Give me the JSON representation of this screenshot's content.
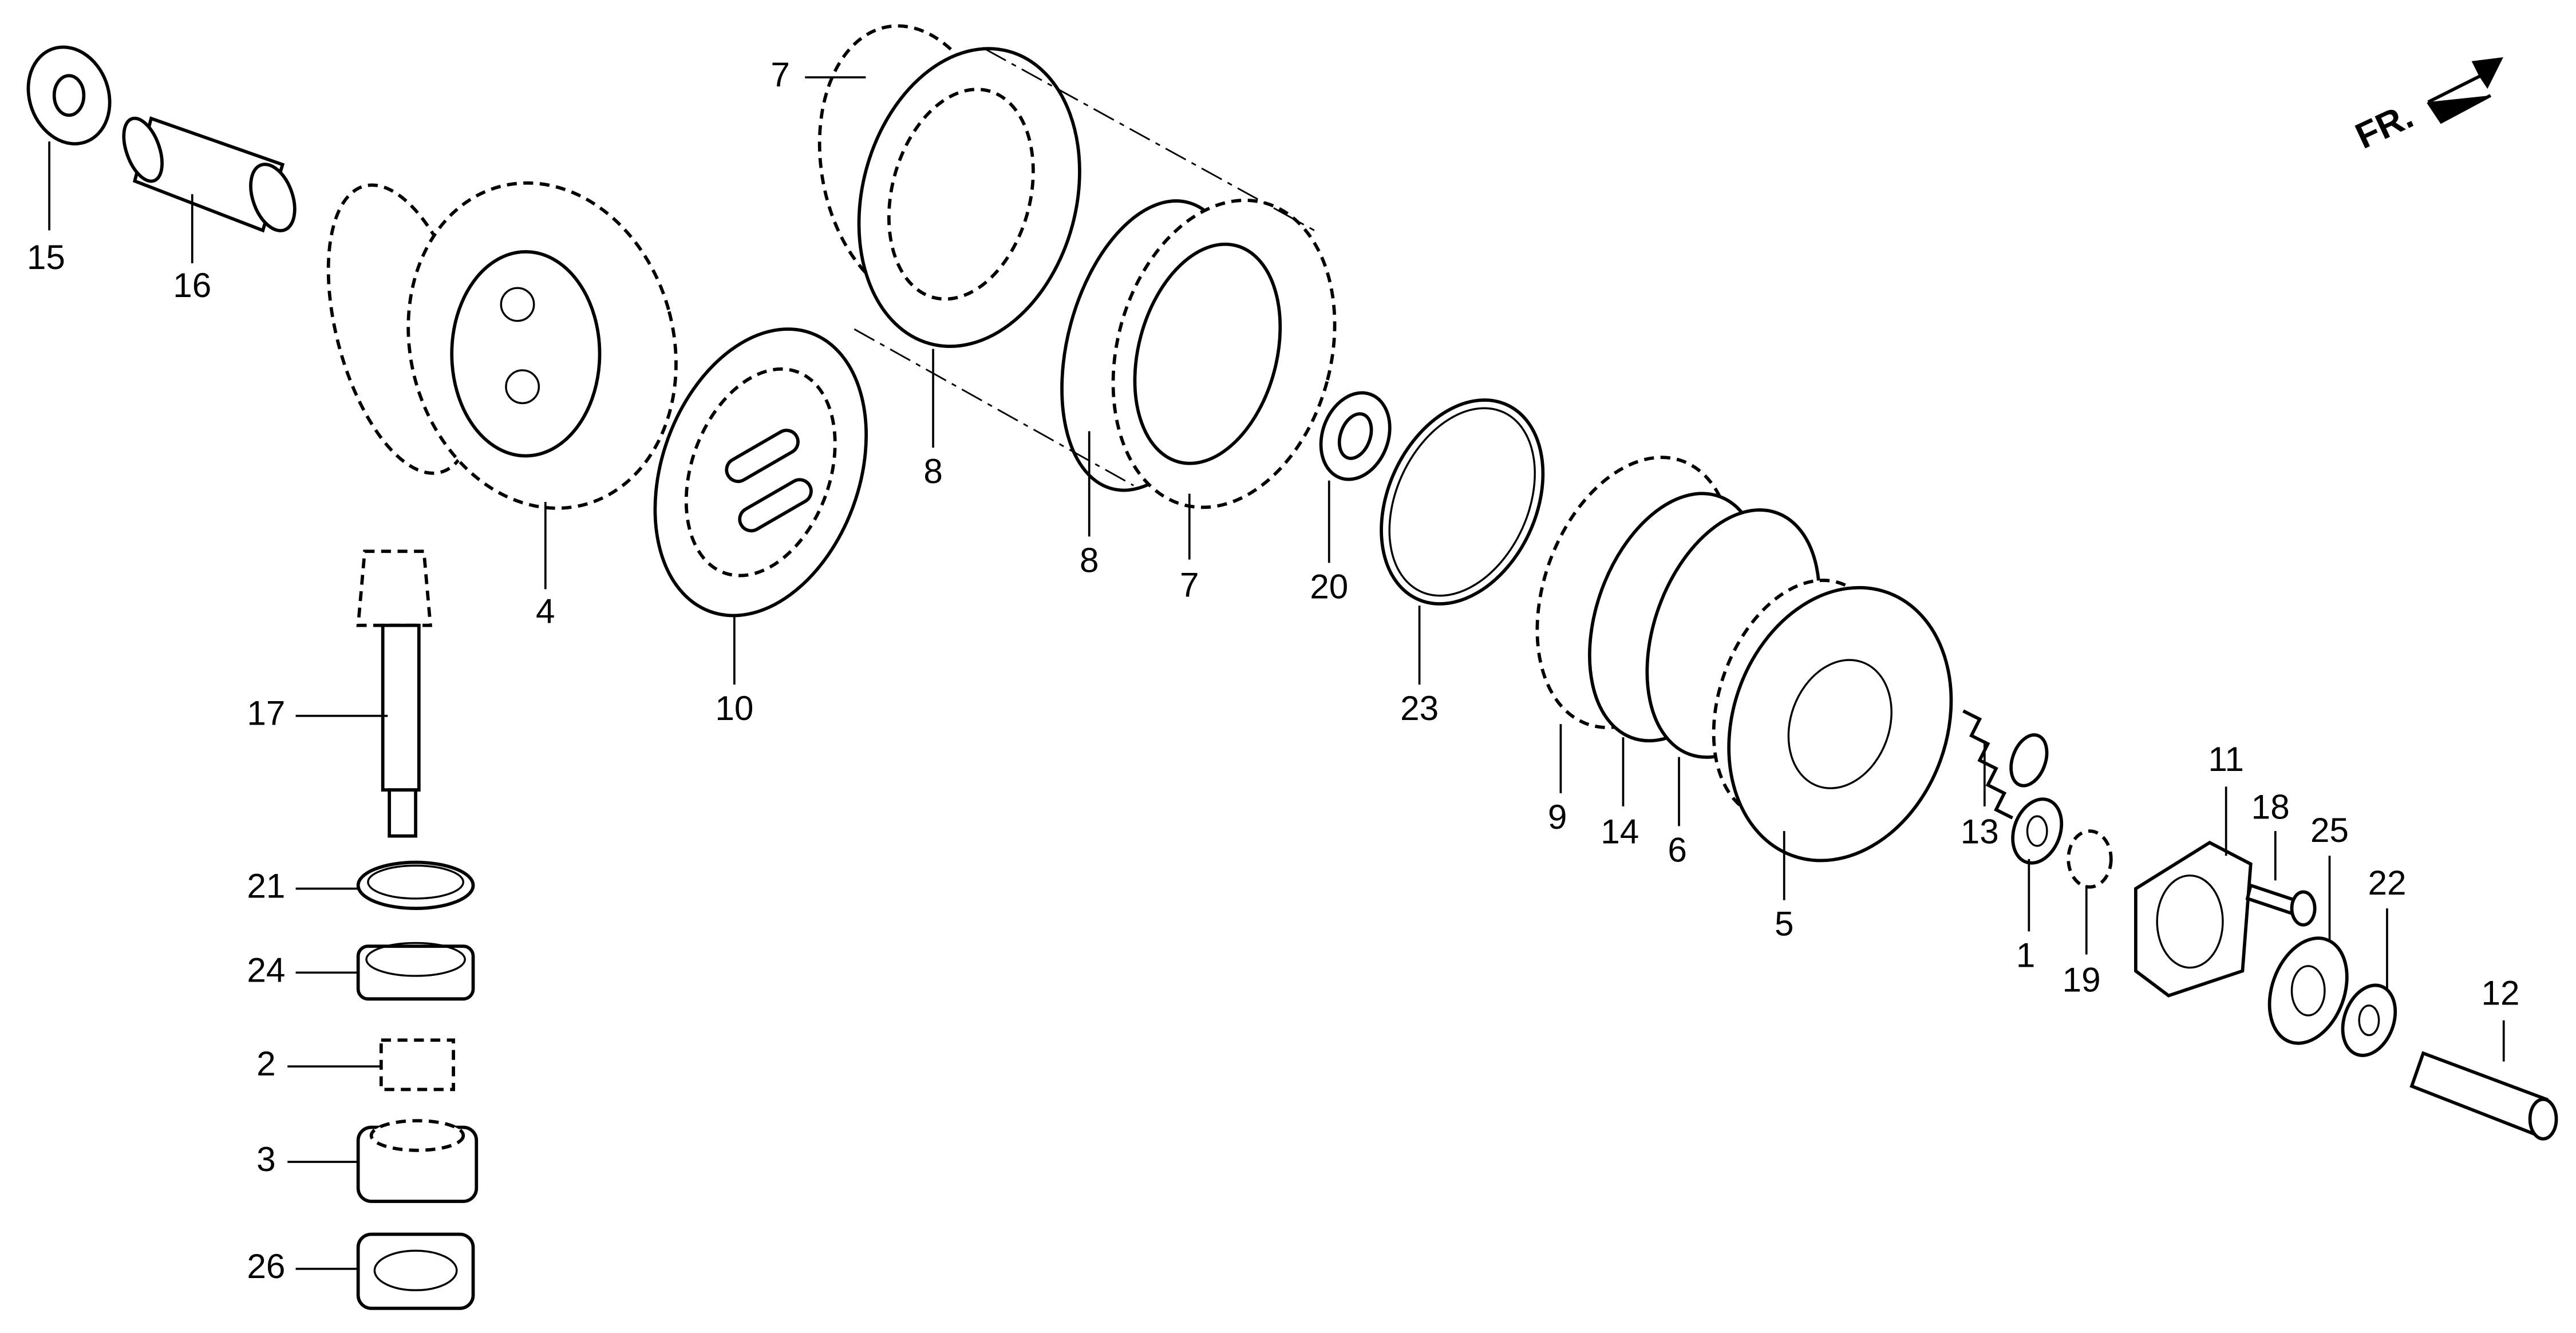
{
  "diagram": {
    "type": "exploded-parts-diagram",
    "direction_marker": "FR.",
    "callouts": [
      "15",
      "16",
      "4",
      "7",
      "8",
      "8",
      "7",
      "20",
      "23",
      "10",
      "17",
      "21",
      "24",
      "2",
      "3",
      "26",
      "9",
      "14",
      "6",
      "5",
      "13",
      "1",
      "19",
      "11",
      "18",
      "25",
      "22",
      "12"
    ]
  }
}
